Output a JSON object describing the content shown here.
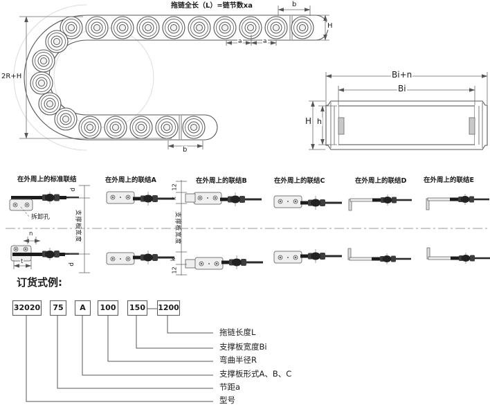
{
  "top_drawing": {
    "title": "拖链全长（L）=链节数xa",
    "dim_total_height": "2R+H",
    "dim_b_top": "b",
    "dim_b_bottom": "b",
    "dim_h": "H",
    "dim_a_1": "a",
    "dim_a_2": "a"
  },
  "cross_section": {
    "dim_outer_width": "Bi+n",
    "dim_inner_width": "Bi",
    "dim_outer_height": "H",
    "dim_inner_height": "h"
  },
  "connections": {
    "titles": [
      "在外周上的标准联结",
      "在外周上的联结A",
      "在外周上的联结B",
      "在外周上的联结C",
      "在外周上的联结D",
      "在外周上的联结E"
    ],
    "standard": {
      "removal_hole": "拆卸孔",
      "support_plate_width": "支撑板宽度",
      "dim_d_top": "d",
      "dim_d_bottom": "d",
      "dim_n": "n",
      "dim_t": "t"
    },
    "type_b": {
      "dim_12_top": "12",
      "dim_k_top": "k",
      "support_plate_width": "支撑板宽度",
      "dim_k_bottom": "k",
      "dim_12_bottom": "12"
    }
  },
  "order_example": {
    "heading": "订货式例:",
    "codes": [
      "32020",
      "75",
      "A",
      "100",
      "150",
      "1200"
    ],
    "labels": [
      "拖链长度L",
      "支撑板宽度Bi",
      "弯曲半径R",
      "支撑板形式A、B、C",
      "节距a",
      "型号"
    ]
  }
}
